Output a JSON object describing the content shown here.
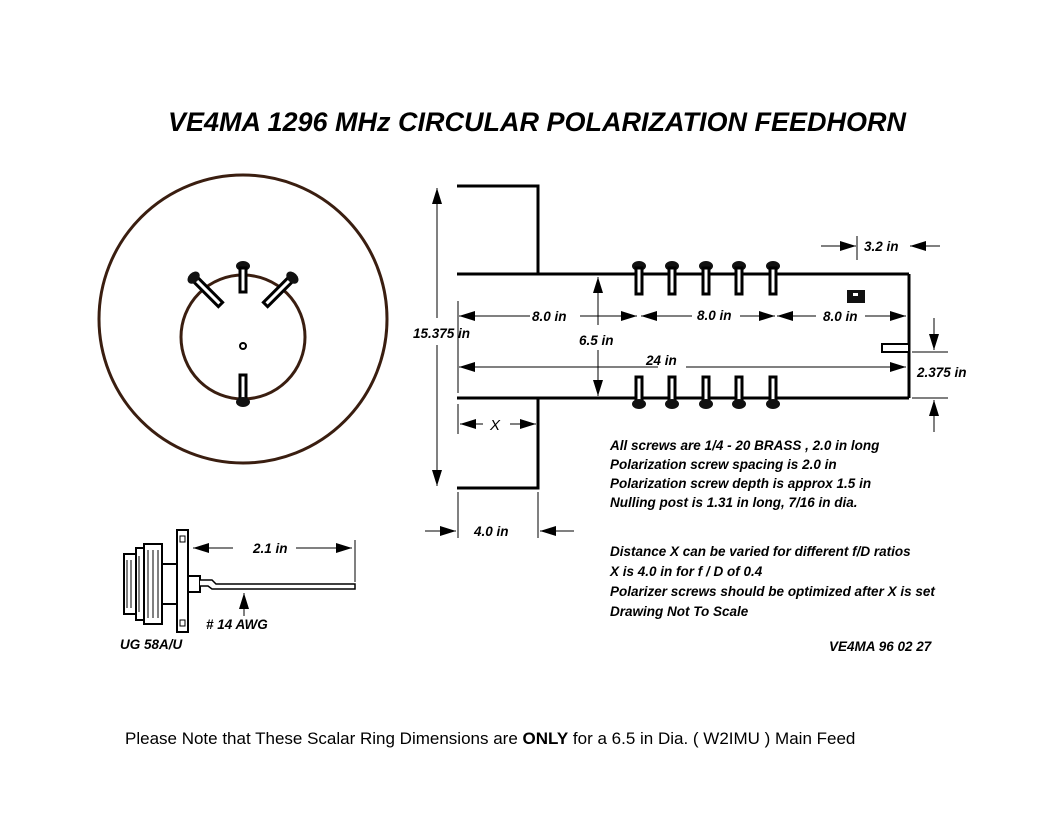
{
  "title": "VE4MA 1296 MHz CIRCULAR POLARIZATION FEEDHORN",
  "dimensions": {
    "d_15375": "15.375 in",
    "d_8a": "8.0  in",
    "d_8b": "8.0 in",
    "d_8c": "8.0  in",
    "d_65": "6.5 in",
    "d_24": "24 in",
    "d_32": "3.2 in",
    "d_2375": "2.375 in",
    "d_x": "X",
    "d_40": "4.0  in",
    "d_21": "2.1 in"
  },
  "connector": {
    "wire_label": "# 14 AWG",
    "connector_label": "UG 58A/U"
  },
  "notes": [
    "All screws are  1/4 - 20 BRASS , 2.0 in long",
    "Polarization screw spacing is  2.0 in",
    "Polarization screw depth is approx 1.5 in",
    "Nulling post  is  1.31 in long,  7/16 in  dia."
  ],
  "notes2": [
    "Distance  X can be varied for different f/D ratios",
    "X is 4.0 in for f / D of 0.4",
    "Polarizer screws should be optimized after X is set",
    "Drawing Not To Scale"
  ],
  "signature": "VE4MA  96 02 27",
  "footer": {
    "part1": "Please Note that These Scalar Ring Dimensions are ",
    "bold": "ONLY",
    "part2": " for a 6.5 in Dia. ( W2IMU ) Main Feed"
  }
}
